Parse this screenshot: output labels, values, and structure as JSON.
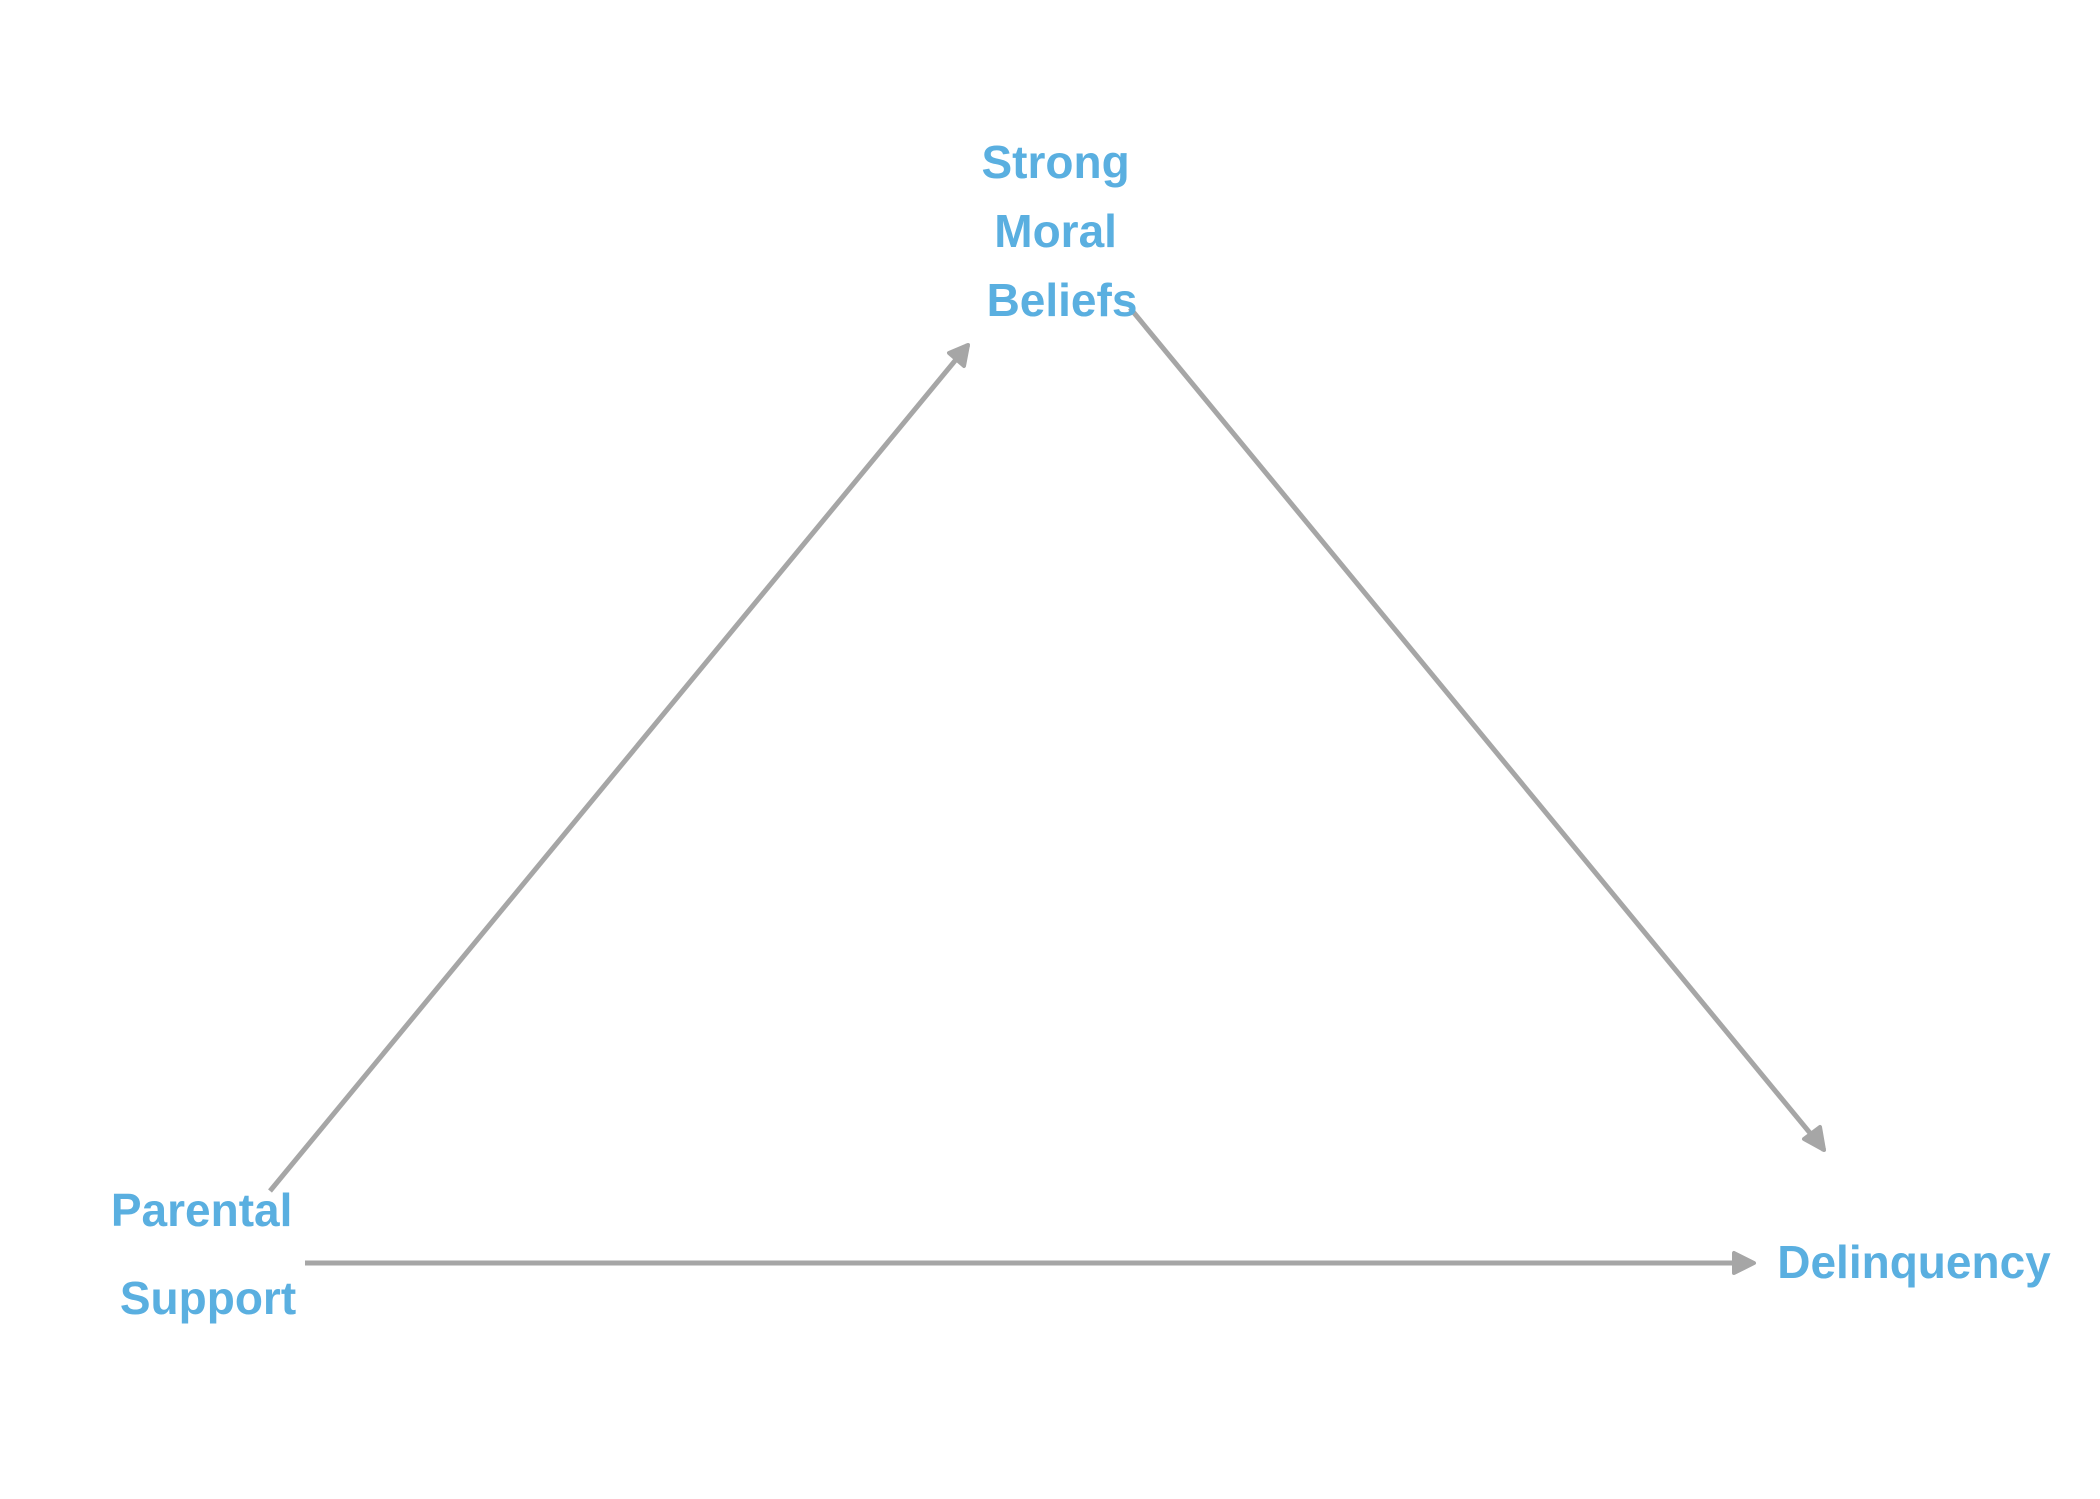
{
  "colors": {
    "label": "#5aafe0",
    "arrow": "#a6a6a6",
    "background": "#ffffff"
  },
  "nodes": {
    "moral_beliefs": {
      "lines": [
        "Strong",
        "Moral",
        "Beliefs"
      ]
    },
    "parental_support": {
      "lines": [
        "Parental",
        "Support"
      ]
    },
    "delinquency": {
      "lines": [
        "Delinquency"
      ]
    }
  },
  "edges": [
    {
      "from": "Parental Support",
      "to": "Strong Moral Beliefs"
    },
    {
      "from": "Strong Moral Beliefs",
      "to": "Delinquency"
    },
    {
      "from": "Parental Support",
      "to": "Delinquency"
    }
  ]
}
